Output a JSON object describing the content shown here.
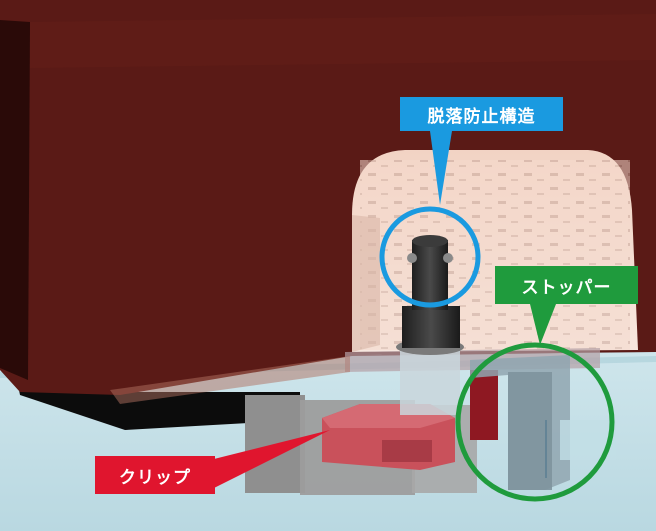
{
  "callouts": {
    "anti_drop_structure": "脱落防止構造",
    "stopper": "ストッパー",
    "clip": "クリップ"
  },
  "colors": {
    "anti_drop_structure": "#1a9ae0",
    "stopper": "#1f9b3d",
    "clip": "#e0152e"
  },
  "icons": {
    "anti_drop_marker": "circle-highlight",
    "stopper_marker": "circle-highlight"
  }
}
